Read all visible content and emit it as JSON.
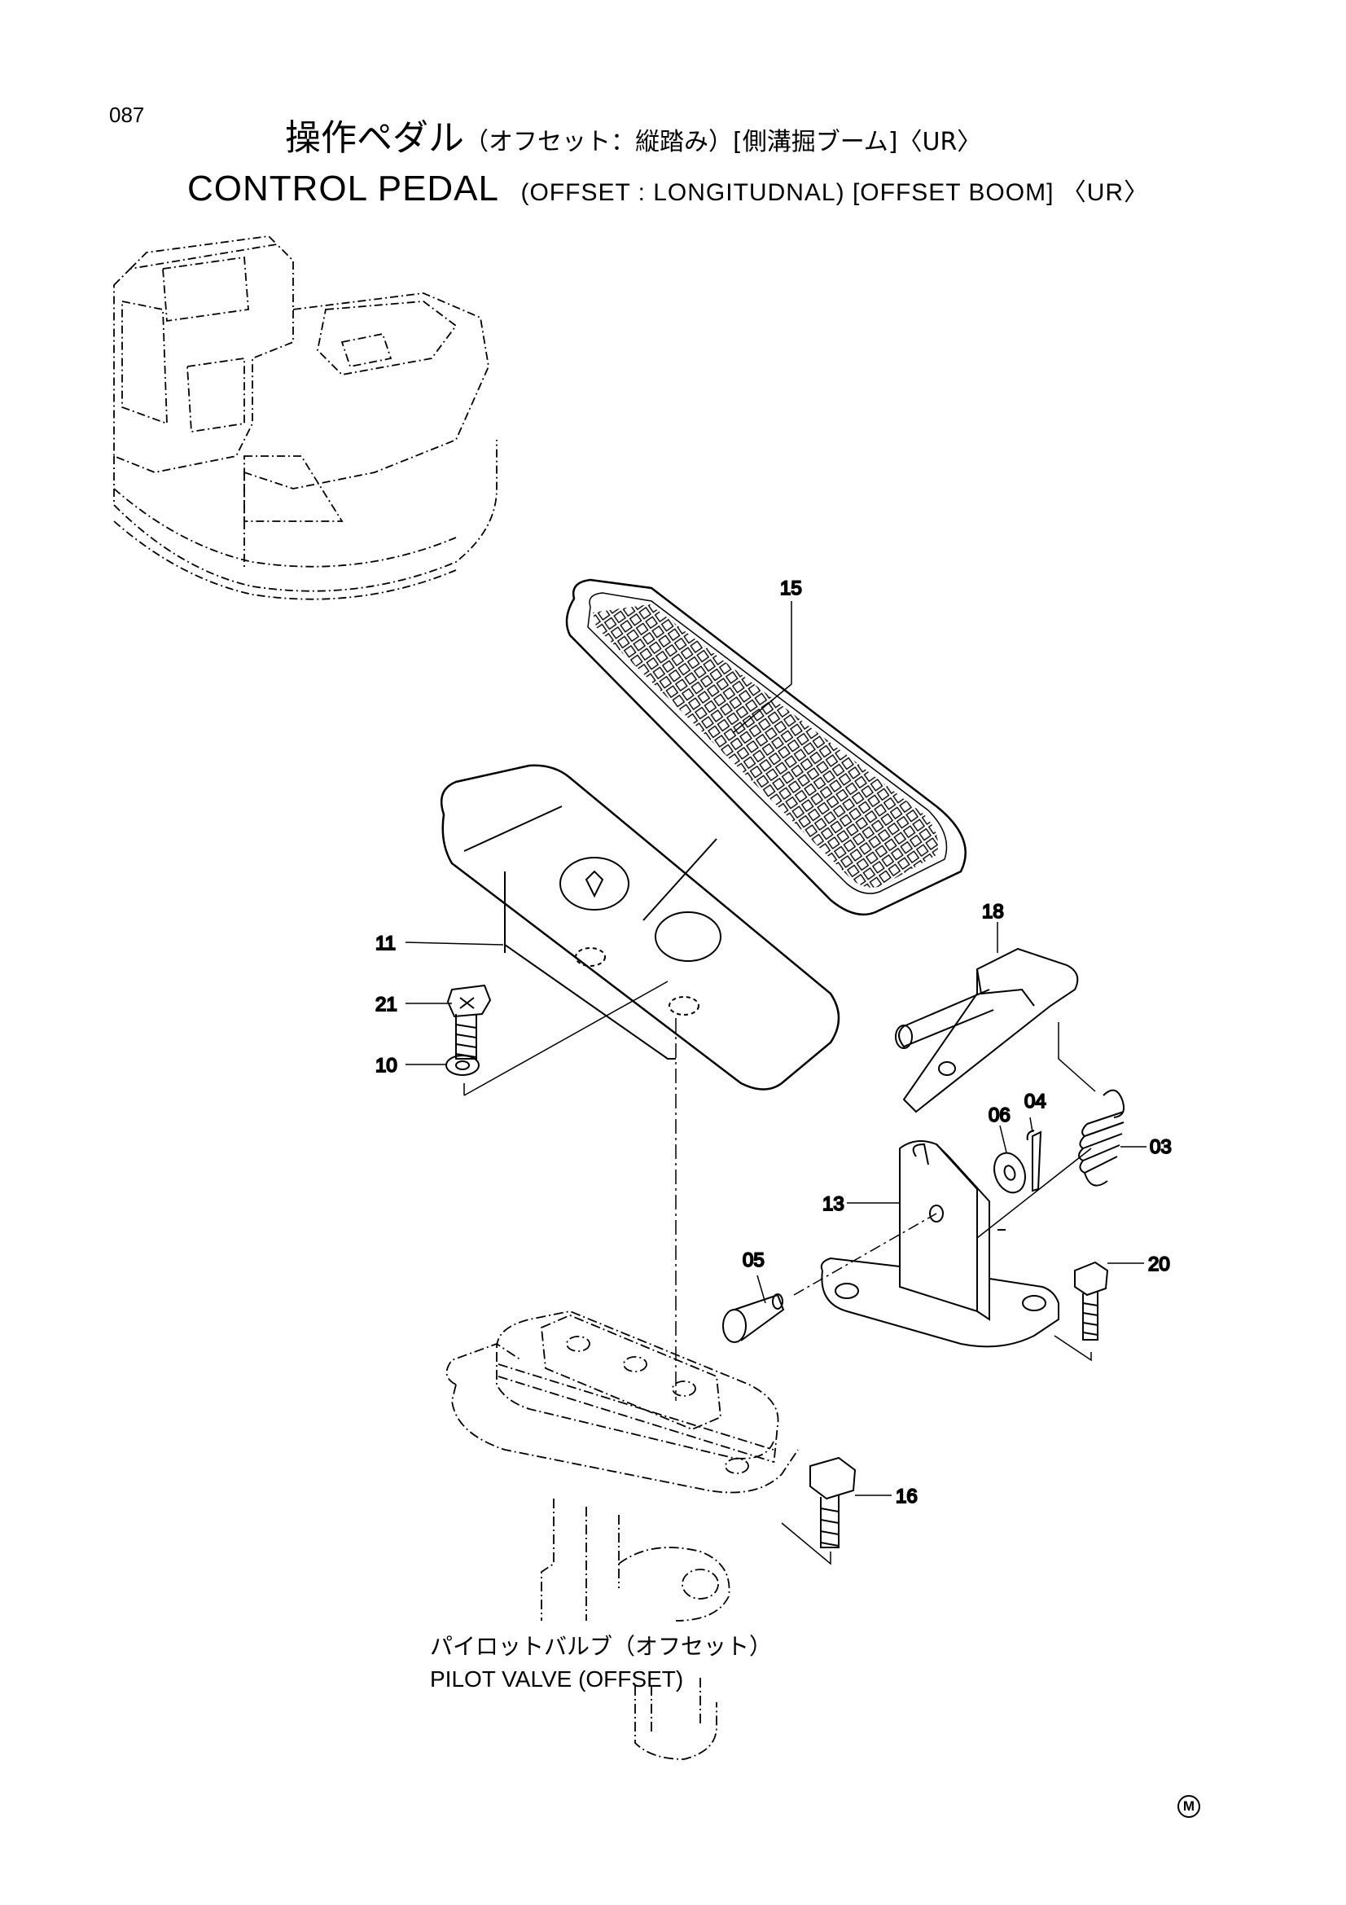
{
  "page_number": "087",
  "title": {
    "jp_main": "操作ペダル",
    "jp_sub": "（オフセット：縦踏み）[側溝掘ブーム]〈UR〉",
    "en_main": "CONTROL  PEDAL",
    "en_sub": "(OFFSET : LONGITUDNAL) [OFFSET  BOOM] 〈UR〉"
  },
  "callouts": {
    "p15": "15",
    "p18": "18",
    "p11": "11",
    "p21": "21",
    "p10": "10",
    "p06": "06",
    "p04": "04",
    "p03": "03",
    "p13": "13",
    "p05": "05",
    "p20": "20",
    "p16": "16"
  },
  "pilot_valve": {
    "jp": "パイロットバルブ（オフセット）",
    "en": "PILOT  VALVE  (OFFSET)"
  },
  "corner_mark": "M"
}
